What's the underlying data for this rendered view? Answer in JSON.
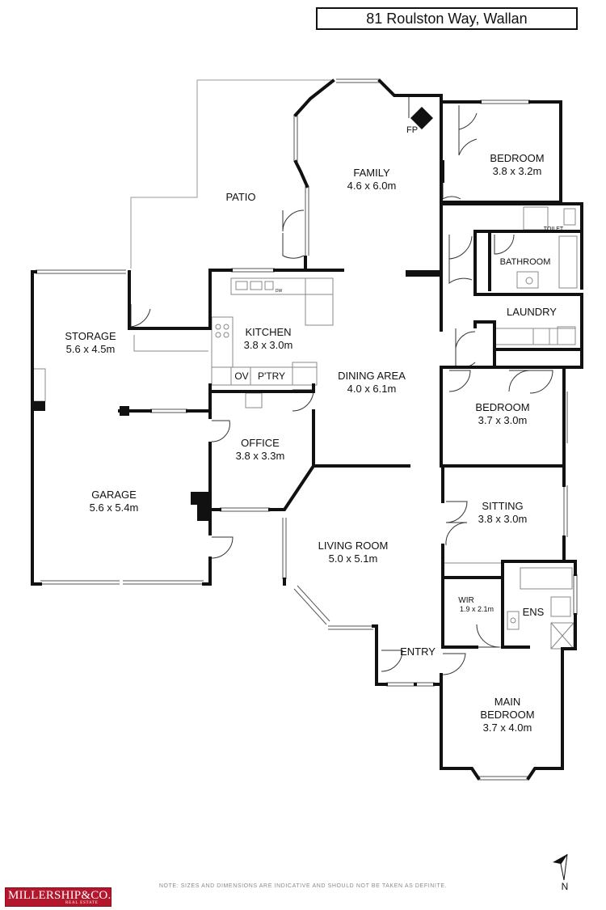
{
  "header": {
    "address": "81 Roulston Way, Wallan"
  },
  "rooms": {
    "patio": {
      "name": "PATIO"
    },
    "family": {
      "name": "FAMILY",
      "dims": "4.6 x 6.0m"
    },
    "fireplace": {
      "name": "FP"
    },
    "bedroom_top": {
      "name": "BEDROOM",
      "dims": "3.8 x 3.2m"
    },
    "toilet": {
      "name": "TOILET"
    },
    "bathroom": {
      "name": "BATHROOM"
    },
    "laundry": {
      "name": "LAUNDRY"
    },
    "storage": {
      "name": "STORAGE",
      "dims": "5.6 x 4.5m"
    },
    "kitchen": {
      "name": "KITCHEN",
      "dims": "3.8 x 3.0m"
    },
    "oven": {
      "name": "OV"
    },
    "pantry": {
      "name": "P'TRY"
    },
    "dishwasher": {
      "name": "DW"
    },
    "dining": {
      "name": "DINING AREA",
      "dims": "4.0 x 6.1m"
    },
    "bedroom_mid": {
      "name": "BEDROOM",
      "dims": "3.7 x 3.0m"
    },
    "office": {
      "name": "OFFICE",
      "dims": "3.8 x 3.3m"
    },
    "garage": {
      "name": "GARAGE",
      "dims": "5.6 x 5.4m"
    },
    "sitting": {
      "name": "SITTING",
      "dims": "3.8 x 3.0m"
    },
    "living": {
      "name": "LIVING ROOM",
      "dims": "5.0 x 5.1m"
    },
    "wir": {
      "name": "WIR",
      "dims": "1.9 x 2.1m"
    },
    "ensuite": {
      "name": "ENS"
    },
    "entry": {
      "name": "ENTRY"
    },
    "main_bedroom": {
      "name": "MAIN",
      "name2": "BEDROOM",
      "dims": "3.7 x 4.0m"
    }
  },
  "compass": {
    "label": "N"
  },
  "footer": {
    "note": "NOTE: SIZES AND DIMENSIONS ARE INDICATIVE AND SHOULD NOT BE TAKEN AS DEFINITE.",
    "logo_name": "MILLERSHIP&CO.",
    "logo_sub": "REAL ESTATE"
  },
  "colors": {
    "walls": "#111111",
    "fixtures": "#888888",
    "logo": "#b4162c"
  }
}
